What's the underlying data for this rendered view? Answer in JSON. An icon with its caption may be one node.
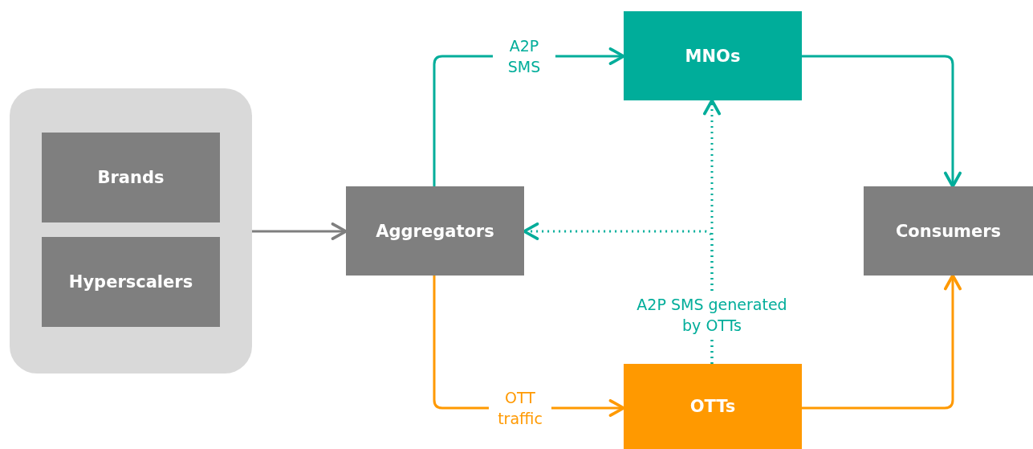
{
  "diagram": {
    "nodes": [
      {
        "text": [],
        "shape": "box"
      },
      {
        "text": [
          "Brands"
        ],
        "in": 0
      },
      {
        "text": [
          "Hyperscalers"
        ],
        "in": 0
      },
      {
        "text": [
          "Aggregators"
        ]
      },
      {
        "text": [
          "MNOs"
        ]
      },
      {
        "text": [
          "OTTs"
        ]
      },
      {
        "text": [
          "Consumers"
        ]
      }
    ],
    "edges": [
      {
        "from": 0,
        "to": 3,
        "arrow": "to",
        "color": "#7f7f7f"
      },
      {
        "from": 3,
        "to": 4,
        "arrow": "to",
        "label": "A2P SMS"
      },
      {
        "from": 4,
        "to": 6,
        "arrow": "to"
      },
      {
        "from": 3,
        "to": 5,
        "arrow": "to",
        "label": "OTT traffic",
        "color": "#ff9900"
      },
      {
        "from": 5,
        "to": 6,
        "arrow": "to",
        "color": "#ff9900"
      },
      {
        "from": 5,
        "to": 4,
        "arrow": "to",
        "style": "dashed",
        "label": "A2P SMS generated by OTTs"
      },
      {
        "from": 5,
        "to": 3,
        "arrow": "to",
        "style": "dashed"
      }
    ]
  }
}
